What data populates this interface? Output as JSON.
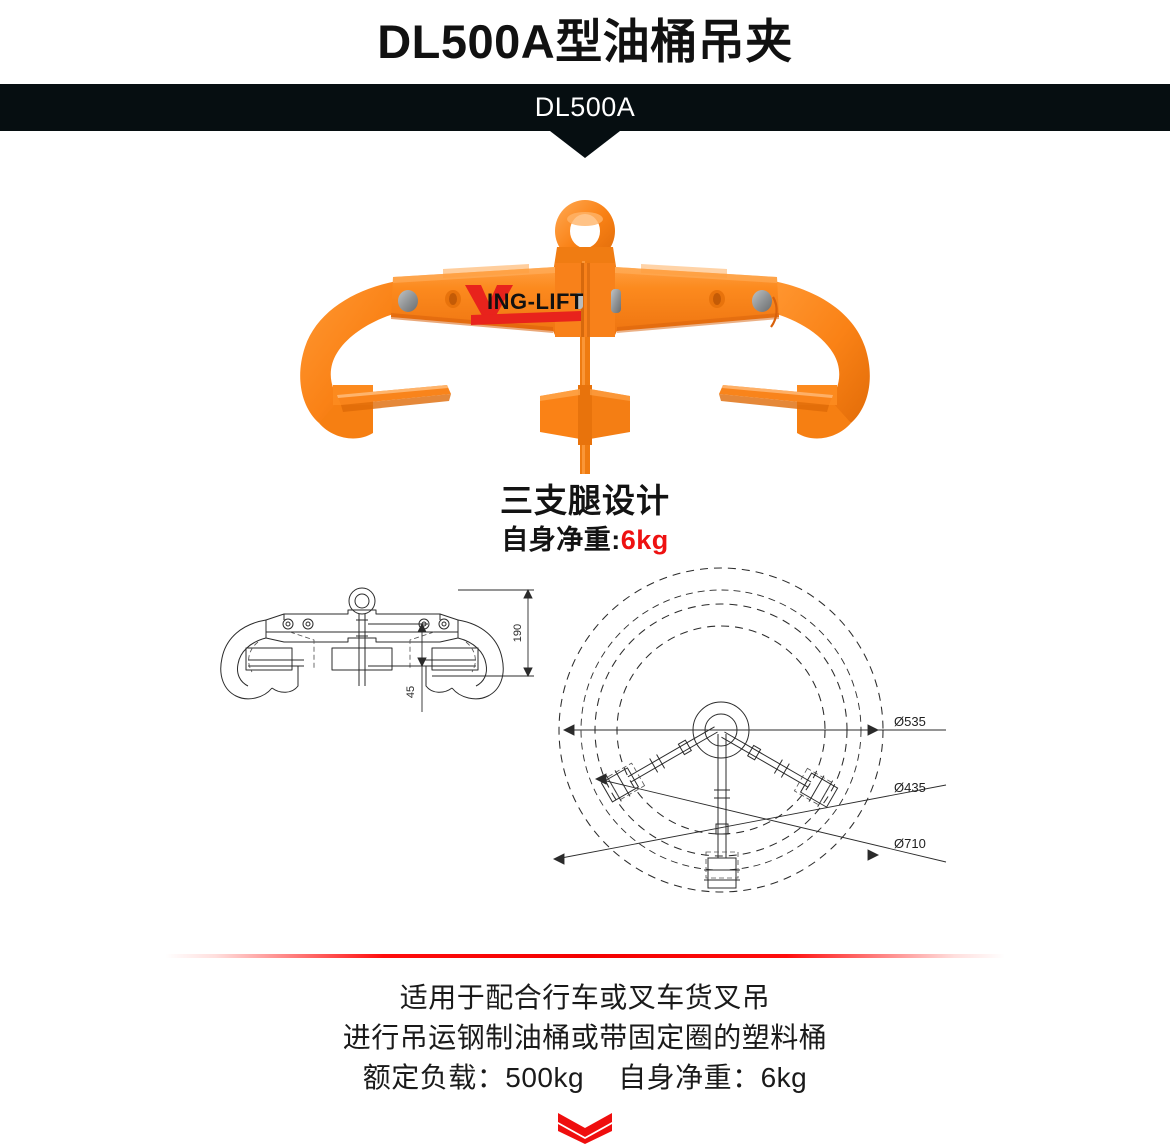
{
  "header": {
    "title": "DL500A型油桶吊夹",
    "model_label": "DL500A"
  },
  "product": {
    "brand_text": "YING-LIFT",
    "brand_initial": "Y",
    "brand_rest": "ING-LIFT",
    "body_color": "#FA8216",
    "highlight_color": "#FFA348",
    "shadow_color": "#D8610B",
    "logo_red": "#E8231C",
    "pin_color": "#8E9193"
  },
  "photo_caption": {
    "line1": "三支腿设计",
    "line2_label": "自身净重:",
    "line2_value": "6kg",
    "highlight_color": "#ee1111"
  },
  "drawings": {
    "front_view": {
      "dim_height": "190",
      "dim_lip": "45"
    },
    "plan_view": {
      "dim_inner": "Ø435",
      "dim_middle": "Ø535",
      "dim_outer": "Ø710"
    }
  },
  "footer": {
    "line1": "适用于配合行车或叉车货叉吊",
    "line2": "进行吊运钢制油桶或带固定圈的塑料桶",
    "rated_load_label": "额定负载：",
    "rated_load_value": "500kg",
    "net_weight_label": "自身净重：",
    "net_weight_value": "6kg",
    "divider_color": "#f40000",
    "chevron_color": "#ef0e0e"
  }
}
